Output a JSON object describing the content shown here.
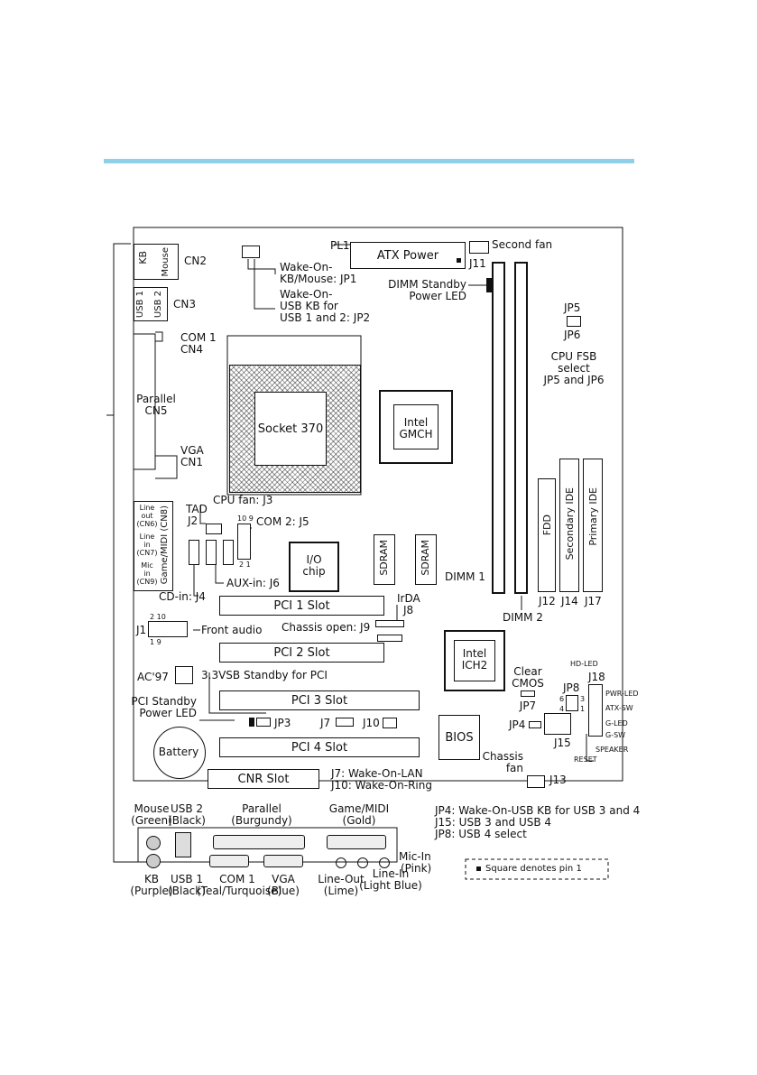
{
  "board": {
    "atx_power": "ATX Power",
    "pl1": "PL1",
    "second_fan": "Second fan",
    "j11_top": "J11",
    "dimm_standby": [
      "DIMM Standby",
      "Power LED"
    ],
    "jp5": "JP5",
    "jp6": "JP6",
    "cpu_fsb": [
      "CPU FSB",
      "select",
      "JP5 and JP6"
    ],
    "kb": "KB",
    "mouse": "Mouse",
    "cn2": "CN2",
    "usb1": "USB 1",
    "usb2": "USB 2",
    "cn3": "CN3",
    "wake_kb": [
      "Wake-On-",
      "KB/Mouse: JP1"
    ],
    "wake_usb": [
      "Wake-On-",
      "USB KB for",
      "USB 1 and 2: JP2"
    ],
    "com1_cn4": [
      "COM 1",
      "CN4"
    ],
    "parallel_cn5": [
      "Parallel",
      "CN5"
    ],
    "vga_cn1": [
      "VGA",
      "CN1"
    ],
    "socket": "Socket 370",
    "intel_gmch": [
      "Intel",
      "GMCH"
    ],
    "line_out": [
      "Line",
      "out",
      "(CN6)"
    ],
    "line_in": [
      "Line",
      "in",
      "(CN7)"
    ],
    "mic_in": [
      "Mic",
      "in",
      "(CN9)"
    ],
    "game_midi_cn8": "Game/MIDI (CN8)",
    "tad": [
      "TAD",
      "J2"
    ],
    "cpu_fan": "CPU fan: J3",
    "com2": "COM 2: J5",
    "pin_10_9": "10 9",
    "pin_2_1": "2  1",
    "io_chip": [
      "I/O",
      "chip"
    ],
    "sdram": "SDRAM",
    "fdd": "FDD",
    "secondary_ide": "Secondary IDE",
    "primary_ide": "Primary IDE",
    "dimm1": "DIMM 1",
    "dimm2": "DIMM 2",
    "j12": "J12",
    "j14": "J14",
    "j17": "J17",
    "aux_in": "AUX-in: J6",
    "cd_in": "CD-in: J4",
    "pci1": "PCI 1 Slot",
    "pci2": "PCI 2 Slot",
    "pci3": "PCI 3 Slot",
    "pci4": "PCI 4 Slot",
    "cnr": "CNR Slot",
    "irda": [
      "IrDA",
      "J8"
    ],
    "chassis_open": "Chassis open: J9",
    "j1": "J1",
    "front_audio": "Front audio",
    "pins_2_10": "2    10",
    "pins_1_9": "1    9",
    "intel_ich2": [
      "Intel",
      "ICH2"
    ],
    "ac97": "AC'97",
    "vsb_standby": "3.3VSB Standby for PCI",
    "pci_standby": [
      "PCI Standby",
      "Power LED"
    ],
    "jp3": "JP3",
    "j7": "J7",
    "j10": "J10",
    "clear_cmos": [
      "Clear",
      "CMOS",
      "JP7"
    ],
    "jp8": "JP8",
    "jp4": "JP4",
    "j15": "J15",
    "hd_led": "HD-LED",
    "j18": "J18",
    "pwr_led": "PWR-LED",
    "atx_sw": "ATX-SW",
    "g_led": "G-LED",
    "g_sw": "G-SW",
    "speaker": "SPEAKER",
    "reset": "RESET",
    "bios": "BIOS",
    "chassis_fan": [
      "Chassis",
      "fan"
    ],
    "j13": "J13",
    "battery": "Battery",
    "j7_wake": "J7: Wake-On-LAN",
    "j10_wake": "J10: Wake-On-Ring",
    "pin_6": "6",
    "pin_4": "4",
    "pin_3": "3",
    "pin_1": "1"
  },
  "io_panel": {
    "mouse": [
      "Mouse",
      "(Green)"
    ],
    "usb2": [
      "USB 2",
      "(Black)"
    ],
    "parallel": [
      "Parallel",
      "(Burgundy)"
    ],
    "game": [
      "Game/MIDI",
      "(Gold)"
    ],
    "mic": [
      "Mic-In",
      "(Pink)"
    ],
    "kb": [
      "KB",
      "(Purple)"
    ],
    "usb1": [
      "USB 1",
      "(Black)"
    ],
    "com1": [
      "COM 1",
      "(Teal/Turquoise)"
    ],
    "vga": [
      "VGA",
      "(Blue)"
    ],
    "line_out": [
      "Line-Out",
      "(Lime)"
    ],
    "line_in": [
      "Line-In",
      "(Light Blue)"
    ]
  },
  "notes": {
    "jp4": "JP4: Wake-On-USB KB for USB 3 and 4",
    "j15": "J15: USB 3 and USB 4",
    "jp8": "JP8: USB 4 select",
    "square": "Square denotes pin 1"
  },
  "colors": {
    "rule": "#8fd0e8"
  }
}
